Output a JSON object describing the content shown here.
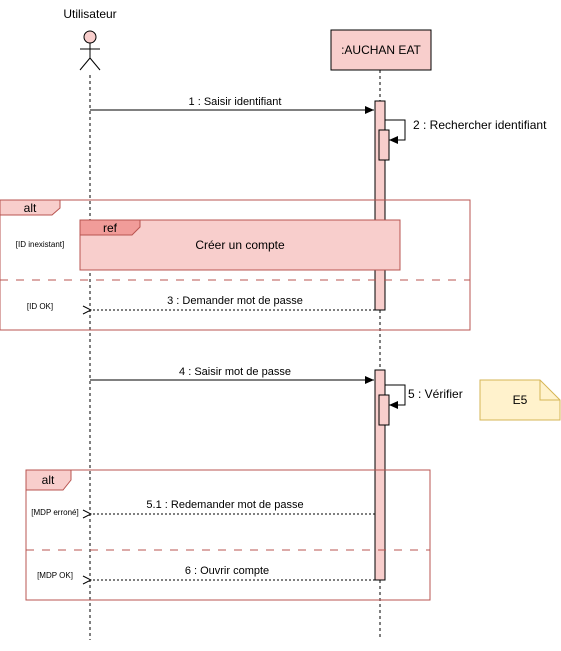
{
  "actors": {
    "user": {
      "label": "Utilisateur"
    },
    "system": {
      "label": ":AUCHAN EAT"
    }
  },
  "messages": {
    "m1": "1 : Saisir identifiant",
    "m2": "2 : Rechercher identifiant",
    "m3": "3 : Demander mot de passe",
    "m4": "4 : Saisir mot de passe",
    "m5": "5 : Vérifier",
    "m51": "5.1 : Redemander mot de passe",
    "m6": "6 : Ouvrir compte"
  },
  "fragments": {
    "alt1": {
      "label": "alt",
      "guard1": "[ID inexistant]",
      "guard2": "[ID OK]"
    },
    "ref": {
      "label": "ref",
      "text": "Créer un compte"
    },
    "alt2": {
      "label": "alt",
      "guard1": "[MDP erroné]",
      "guard2": "[MDP OK]"
    }
  },
  "note": {
    "text": "E5"
  },
  "colors": {
    "pink_fill": "#f8cecc",
    "pink_stroke": "#b85450",
    "tab_fill": "#f19c99",
    "note_fill": "#fff2cc",
    "note_stroke": "#d6b656"
  }
}
